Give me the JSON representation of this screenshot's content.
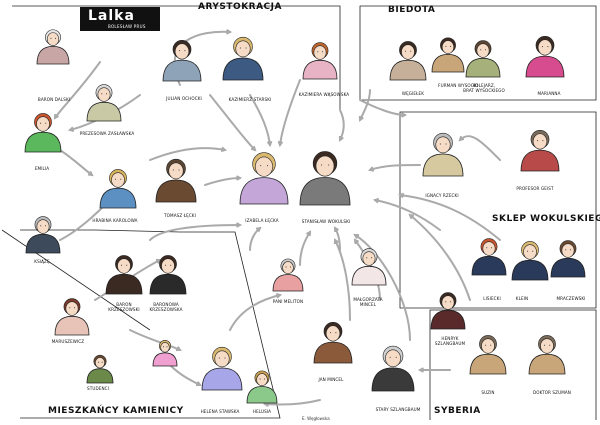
{
  "title": "Lalka",
  "author": "Bolesław Prus",
  "signature": "E. Węgłowska",
  "groups": {
    "aristocracy": "Arystokracja",
    "poverty": "Biedota",
    "shop": "Sklep Wokulskiego",
    "residents": "Mieszkańcy kamienicy",
    "siberia": "Syberia"
  },
  "characters": [
    {
      "id": "baron-dalski",
      "label": "Baron Dalski",
      "hair": "#e8e8e8",
      "coat": "#c9a6a6"
    },
    {
      "id": "julian-ochocki",
      "label": "Julian Ochocki",
      "hair": "#3a2a22",
      "coat": "#8fa3b8"
    },
    {
      "id": "kazimierz-starski",
      "label": "Kazimierz Starski",
      "hair": "#d9b870",
      "coat": "#3c5a82"
    },
    {
      "id": "kazimiera-wasowska",
      "label": "Kazimiera Wąsowska",
      "hair": "#c0652e",
      "coat": "#e8b3c4"
    },
    {
      "id": "wegielek",
      "label": "Węgiełek",
      "hair": "#3a2a22",
      "coat": "#c7b09a"
    },
    {
      "id": "furman-wysocki",
      "label": "Furman Wysocki",
      "hair": "#3a2a22",
      "coat": "#c9a57a"
    },
    {
      "id": "brat-wysocki",
      "label": "Kolejarz,\nbrat Wysockiego",
      "hair": "#5a4632",
      "coat": "#a5b07a"
    },
    {
      "id": "marianna",
      "label": "Marianna",
      "hair": "#3a2a22",
      "coat": "#d64c8e"
    },
    {
      "id": "emilia",
      "label": "Emilia",
      "hair": "#c9552e",
      "coat": "#5cb85c"
    },
    {
      "id": "prezesowa",
      "label": "Prezesowa Zasławska",
      "hair": "#dcdcdc",
      "coat": "#c9c9a6"
    },
    {
      "id": "hrabina-karolowa",
      "label": "Hrabina Karolowa",
      "hair": "#d6b25a",
      "coat": "#5c8fc2"
    },
    {
      "id": "tomasz-lecki",
      "label": "Tomasz Łęcki",
      "hair": "#5a4632",
      "coat": "#6b4a32"
    },
    {
      "id": "izabela-lecka",
      "label": "Izabela Łęcka",
      "hair": "#d9b870",
      "coat": "#c4a6d9"
    },
    {
      "id": "stanislaw-wokulski",
      "label": "Stanisław Wokulski",
      "hair": "#3a2a22",
      "coat": "#7a7a7a"
    },
    {
      "id": "ignacy-rzecki",
      "label": "Ignacy Rzecki",
      "hair": "#bcbcbc",
      "coat": "#d6c9a0"
    },
    {
      "id": "profesor-geist",
      "label": "Profesor Geist",
      "hair": "#7a6a5a",
      "coat": "#b84a4a"
    },
    {
      "id": "ksiaze",
      "label": "Książę",
      "hair": "#bcbcbc",
      "coat": "#3c4a5c"
    },
    {
      "id": "lisiecki",
      "label": "Lisiecki",
      "hair": "#c9552e",
      "coat": "#2a3a5a"
    },
    {
      "id": "klein",
      "label": "Klein",
      "hair": "#d9b870",
      "coat": "#2a3a5a"
    },
    {
      "id": "mraczewski",
      "label": "Mraczewski",
      "hair": "#6b4a32",
      "coat": "#2a3a5a"
    },
    {
      "id": "baron-krzeszowski",
      "label": "Baron\nKrzeszowski",
      "hair": "#3a2a22",
      "coat": "#3a2a22"
    },
    {
      "id": "baronowa-krzeszowska",
      "label": "Baronowa\nKrzeszowska",
      "hair": "#3a2a22",
      "coat": "#2a2a2a"
    },
    {
      "id": "pani-meliton",
      "label": "Pani Meliton",
      "hair": "#c9c9c9",
      "coat": "#e8a0a0"
    },
    {
      "id": "malgorzata-mincel",
      "label": "Małgorzata\nMincel",
      "hair": "#d8d8d8",
      "coat": "#f2e6e6"
    },
    {
      "id": "maruszewicz",
      "label": "Maruszewicz",
      "hair": "#7a3a2a",
      "coat": "#e8c4b8"
    },
    {
      "id": "jan-mincel",
      "label": "Jan Mincel",
      "hair": "#3a2a22",
      "coat": "#8b5a3a"
    },
    {
      "id": "henryk-szlangbaum",
      "label": "Henryk\nSzlangbaum",
      "hair": "#3a2a22",
      "coat": "#5a2a2a"
    },
    {
      "id": "studenci",
      "label": "Studenci",
      "hair": "#6b4a32",
      "coat": "#6b8a4a"
    },
    {
      "id": "helena-stawska",
      "label": "Helena Stawska",
      "hair": "#d9b870",
      "coat": "#a6a6e8"
    },
    {
      "id": "helusia",
      "label": "Helusia",
      "hair": "#c9a050",
      "coat": "#8bc98b"
    },
    {
      "id": "stary-szlangbaum",
      "label": "Stary Szlangbaum",
      "hair": "#cfcfcf",
      "coat": "#3a3a3a"
    },
    {
      "id": "suzin",
      "label": "Suzin",
      "hair": "#7a6a5a",
      "coat": "#c9a67a"
    },
    {
      "id": "doktor-szuman",
      "label": "Doktor Szuman",
      "hair": "#7a6a5a",
      "coat": "#c9a67a"
    },
    {
      "id": "dziewczynka",
      "label": "",
      "hair": "#d9b870",
      "coat": "#f0a0d0"
    }
  ]
}
